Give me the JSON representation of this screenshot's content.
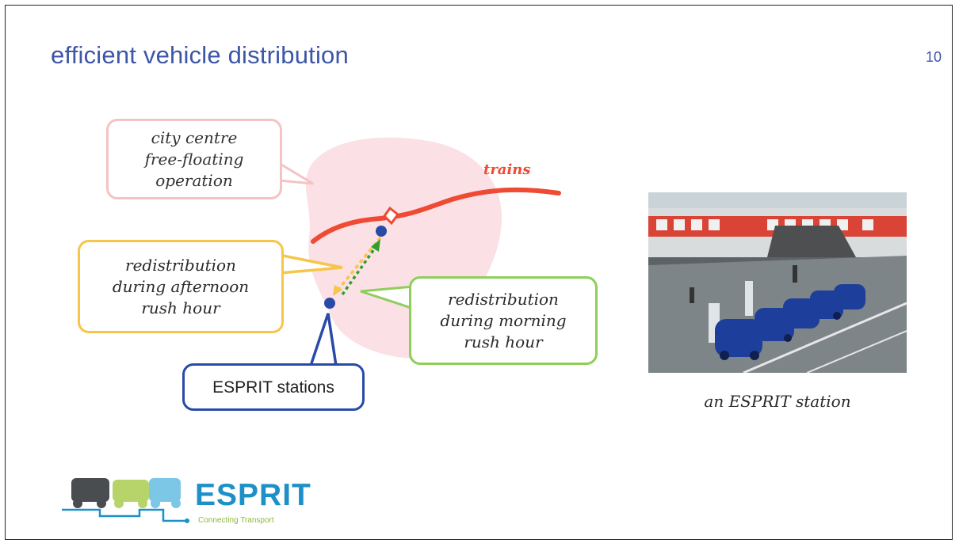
{
  "slide": {
    "title": "efficient vehicle distribution",
    "page_number": "10"
  },
  "diagram": {
    "callouts": {
      "city_centre": "city centre\nfree-floating\noperation",
      "afternoon": "redistribution\nduring afternoon\nrush hour",
      "morning": "redistribution\nduring morning\nrush hour",
      "stations": "ESPRIT stations"
    },
    "trains_label": "trains"
  },
  "photo": {
    "caption": "an ESPRIT station"
  },
  "logo": {
    "name": "ESPRIT",
    "tagline": "Connecting Transport"
  },
  "colors": {
    "title": "#3c56a8",
    "train_line": "#ef4a33",
    "city_area": "#fbdde2",
    "afternoon_arrow": "#f6c54a",
    "morning_arrow": "#2ea02e",
    "station_dot": "#2a4aa8"
  }
}
